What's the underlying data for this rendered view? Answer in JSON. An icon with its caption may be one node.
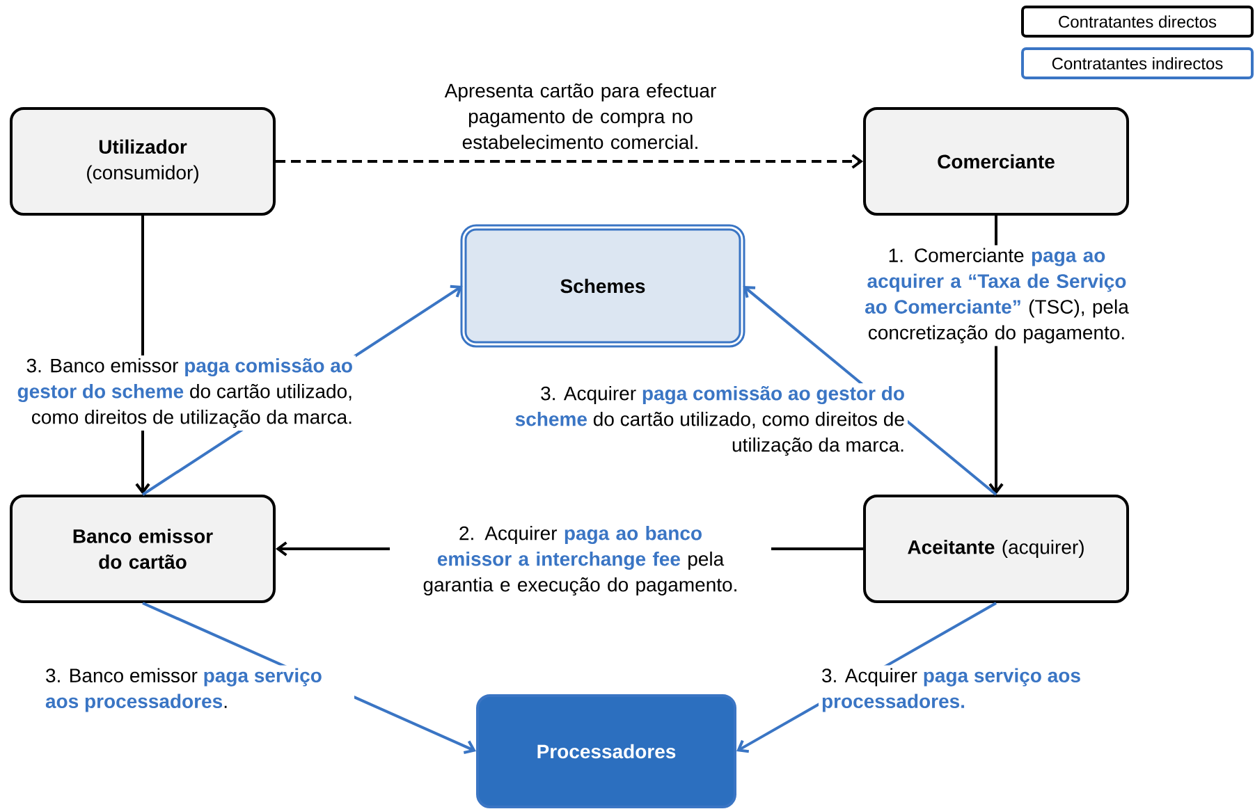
{
  "diagram": {
    "nodes": [
      {
        "text": [
          "Utilizador",
          "(consumidor)"
        ]
      },
      {
        "text": [
          "Comerciante"
        ]
      },
      {
        "text": [
          "Schemes"
        ]
      },
      {
        "text": [
          "Banco emissor do cartão"
        ]
      },
      {
        "text": [
          "**Aceitante** (acquirer)"
        ]
      },
      {
        "text": [
          "Processadores"
        ]
      }
    ],
    "edges": [
      {
        "from": 0,
        "to": 1,
        "arrow": "to",
        "style": "dashed",
        "color": "#000000",
        "label": "Apresenta cartão para efectuar pagamento de compra no estabelecimento comercial."
      },
      {
        "from": 1,
        "to": 4,
        "arrow": "to",
        "color": "#000000",
        "label": "1. Comerciante **paga ao acquirer a “Taxa de Serviço ao Comerciante”** (TSC), pela concretização do pagamento."
      },
      {
        "from": 0,
        "to": 3,
        "arrow": "to",
        "color": "#000000"
      },
      {
        "from": 3,
        "to": 2,
        "arrow": "to",
        "color": "#3a75c4",
        "label": "3. Banco emissor **paga comissão ao gestor do scheme** do cartão utilizado, como direitos de utilização da marca."
      },
      {
        "from": 4,
        "to": 2,
        "arrow": "to",
        "color": "#3a75c4",
        "label": "3. Acquirer **paga comissão ao gestor do scheme** do cartão utilizado, como direitos de utilização da marca."
      },
      {
        "from": 4,
        "to": 3,
        "arrow": "to",
        "color": "#000000",
        "label": "2. Acquirer **paga ao banco emissor a interchange fee** pela garantia e execução do pagamento."
      },
      {
        "from": 3,
        "to": 5,
        "arrow": "to",
        "color": "#3a75c4",
        "label": "3. Banco emissor **paga serviço aos processadores**."
      },
      {
        "from": 4,
        "to": 5,
        "arrow": "to",
        "color": "#3a75c4",
        "label": "3. Acquirer **paga serviço aos processadores.**"
      }
    ],
    "legend": [
      {
        "text": "Contratantes directos",
        "color": "#000000"
      },
      {
        "text": "Contratantes indirectos",
        "color": "#3a75c4"
      }
    ]
  }
}
